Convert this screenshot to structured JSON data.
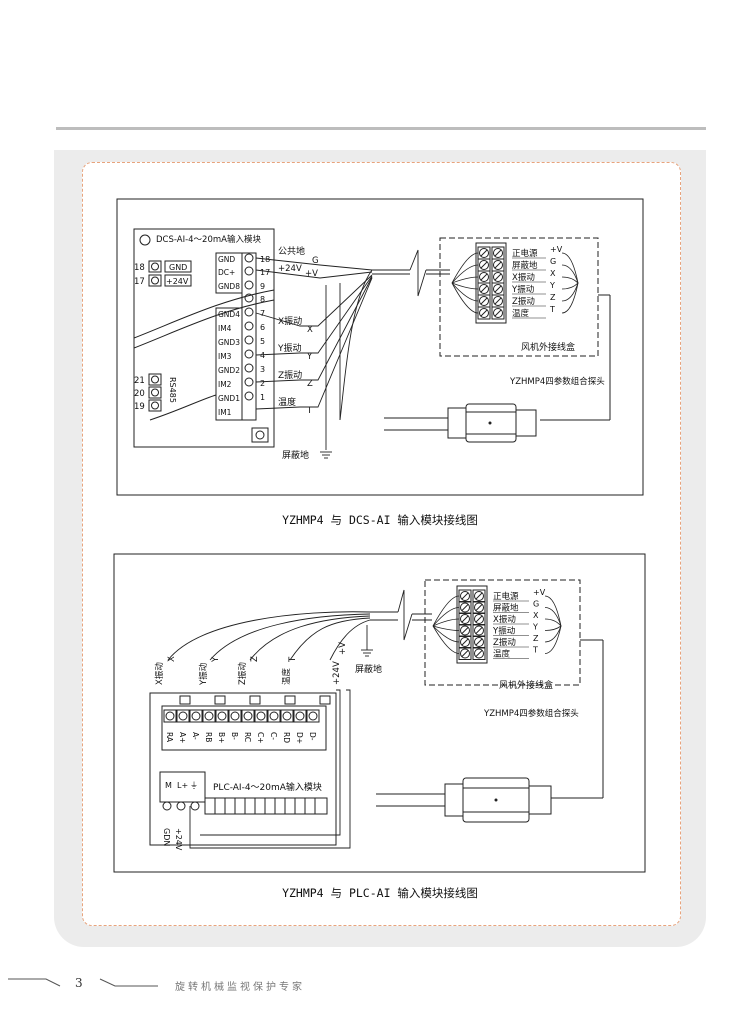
{
  "diagram1": {
    "module_title": "DCS-AI-4～20mA输入模块",
    "left_terms": [
      {
        "num": "18",
        "label": "GND"
      },
      {
        "num": "17",
        "label": "+24V"
      }
    ],
    "rs_terms": [
      "21",
      "20",
      "19"
    ],
    "rs_label": "RS485",
    "term_labels": [
      "GND",
      "DC+",
      "GND8",
      "GND4",
      "IM4",
      "GND3",
      "IM3",
      "GND2",
      "IM2",
      "GND1",
      "IM1"
    ],
    "term_nums": [
      "18",
      "17",
      "9",
      "8",
      "7",
      "6",
      "5",
      "4",
      "3",
      "2",
      "1"
    ],
    "signals": {
      "gongong_di": "公共地",
      "g": "G",
      "p24v": "+24V",
      "pv": "+V",
      "x_vib": "X振动",
      "x": "X",
      "y_vib": "Y振动",
      "y": "Y",
      "z_vib": "Z振动",
      "z": "Z",
      "temp": "温度",
      "t": "T",
      "shield": "屏蔽地"
    },
    "box_labels": [
      "正电源",
      "屏蔽地",
      "X振动",
      "Y振动",
      "Z振动",
      "温度"
    ],
    "box_pins": [
      "+V",
      "G",
      "X",
      "Y",
      "Z",
      "T"
    ],
    "box_name": "风机外接线盒",
    "probe_name": "YZHMP4四参数组合探头"
  },
  "caption1": "YZHMP4 与 DCS-AI 输入模块接线图",
  "diagram2": {
    "wire_labels": [
      "X振动",
      "X",
      "Y振动",
      "Y",
      "Z振动",
      "Z",
      "温度",
      "T",
      "+24V",
      "+V"
    ],
    "shield": "屏蔽地",
    "term_labels": [
      "RA",
      "A+",
      "A-",
      "RB",
      "B+",
      "B-",
      "RC",
      "C+",
      "C-",
      "RD",
      "D+",
      "D-"
    ],
    "power_labels": [
      "M",
      "L+",
      "⏚"
    ],
    "module_title": "PLC-AI-4～20mA输入模块",
    "bottom_labels": [
      "GDN",
      "+24V"
    ],
    "box_labels": [
      "正电源",
      "屏蔽地",
      "X振动",
      "Y振动",
      "Z振动",
      "温度"
    ],
    "box_pins": [
      "+V",
      "G",
      "X",
      "Y",
      "Z",
      "T"
    ],
    "box_name": "风机外接线盒",
    "probe_name": "YZHMP4四参数组合探头"
  },
  "caption2": "YZHMP4 与 PLC-AI 输入模块接线图",
  "footer": {
    "page_number": "3",
    "slogan": "旋转机械监视保护专家"
  }
}
